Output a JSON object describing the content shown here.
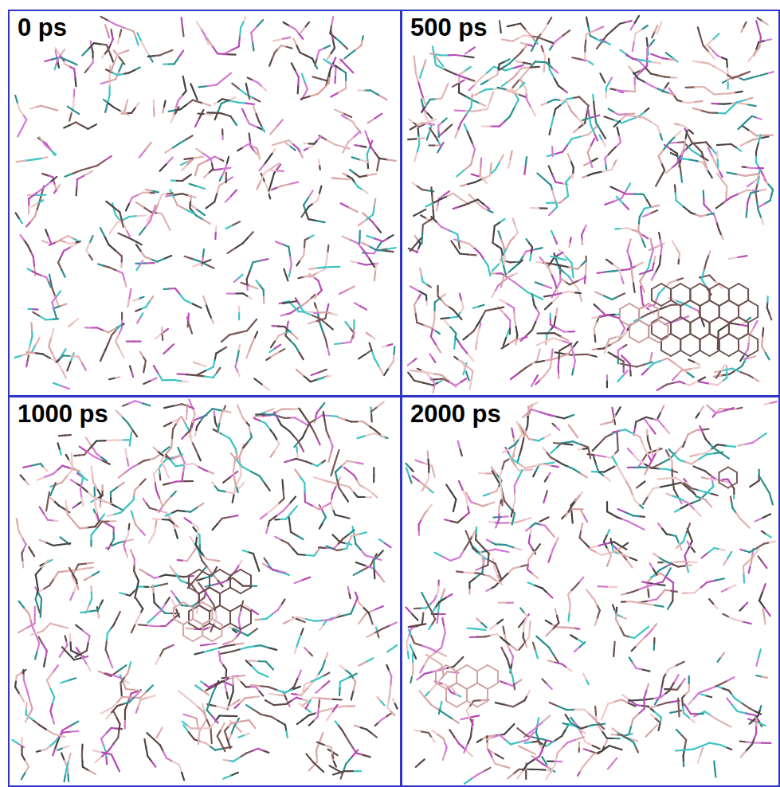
{
  "diagram": {
    "nodes": [
      {
        "text": [
          "0 ps"
        ]
      },
      {
        "text": [
          "500 ps"
        ]
      },
      {
        "text": [
          "1000 ps"
        ]
      },
      {
        "text": [
          "2000 ps"
        ]
      }
    ]
  }
}
